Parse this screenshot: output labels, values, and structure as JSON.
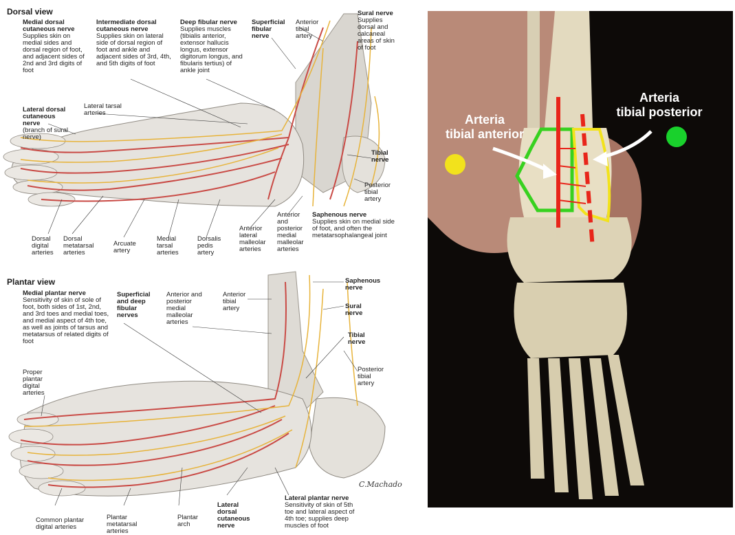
{
  "dorsal": {
    "title": "Dorsal view",
    "labels": {
      "medial_dorsal": {
        "name": "Medial dorsal cutaneous nerve",
        "desc": "Supplies skin on medial sides and dorsal region of foot, and adjacent sides of 2nd and 3rd digits of foot"
      },
      "intermediate_dorsal": {
        "name": "Intermediate dorsal cutaneous nerve",
        "desc": "Supplies skin on lateral side of dorsal region of foot and ankle and adjacent sides of 3rd, 4th, and 5th digits of foot"
      },
      "deep_fibular": {
        "name": "Deep fibular nerve",
        "desc": "Supplies muscles (tibialis anterior, extensor hallucis longus, extensor digitorum longus, and fibularis tertius) of ankle joint"
      },
      "superficial_fibular": {
        "name": "Superficial fibular nerve"
      },
      "anterior_tibial_artery": "Anterior tibial artery",
      "sural": {
        "name": "Sural nerve",
        "desc": "Supplies dorsal and calcaneal areas of skin of foot"
      },
      "lateral_dorsal": {
        "name": "Lateral dorsal cutaneous nerve",
        "desc": "(branch of sural nerve)"
      },
      "lateral_tarsal": "Lateral tarsal arteries",
      "tibial_nerve": "Tibial nerve",
      "posterior_tibial_artery": "Posterior tibial artery",
      "saphenous": {
        "name": "Saphenous nerve",
        "desc": "Supplies skin on medial side of foot, and often the metatarsophalangeal joint"
      },
      "dorsal_digital": "Dorsal digital arteries",
      "dorsal_metatarsal": "Dorsal metatarsal arteries",
      "arcuate": "Arcuate artery",
      "medial_tarsal": "Medial tarsal arteries",
      "dorsalis_pedis": "Dorsalis pedis artery",
      "anterior_lateral_malleolar": "Anterior lateral malleolar arteries",
      "anterior_posterior_medial_malleolar": "Anterior and posterior medial malleolar arteries"
    }
  },
  "plantar": {
    "title": "Plantar view",
    "labels": {
      "medial_plantar": {
        "name": "Medial plantar nerve",
        "desc": "Sensitivity of skin of sole of foot, both sides of 1st, 2nd, and 3rd toes and medial toes, and medial aspect of 4th toe, as well as joints of tarsus and metatarsus of related digits of foot"
      },
      "superficial_deep_fibular": {
        "name": "Superficial and deep fibular nerves"
      },
      "ant_post_medial_malleolar": "Anterior and posterior medial malleolar arteries",
      "anterior_tibial_artery": "Anterior tibial artery",
      "saphenous": "Saphenous nerve",
      "sural": "Sural nerve",
      "tibial": "Tibial nerve",
      "posterior_tibial_artery": "Posterior tibial artery",
      "proper_plantar_digital": "Proper plantar digital arteries",
      "common_plantar_digital": "Common plantar digital arteries",
      "plantar_metatarsal": "Plantar metatarsal arteries",
      "plantar_arch": "Plantar arch",
      "lateral_dorsal": {
        "name": "Lateral dorsal cutaneous nerve"
      },
      "lateral_plantar": {
        "name": "Lateral plantar nerve",
        "desc": "Sensitivity of skin of 5th toe and lateral aspect of 4th toe; supplies deep muscles of foot"
      }
    },
    "signature": "C.Machado"
  },
  "photo": {
    "label_anterior": "Arteria\ntibial anterior",
    "label_posterior": "Arteria\ntibial posterior",
    "colors": {
      "anterior_dot": "#f2e21c",
      "posterior_dot": "#19d12c",
      "artery": "#e8251a",
      "green_outline": "#37d11f",
      "yellow_outline": "#f2e21c"
    }
  }
}
